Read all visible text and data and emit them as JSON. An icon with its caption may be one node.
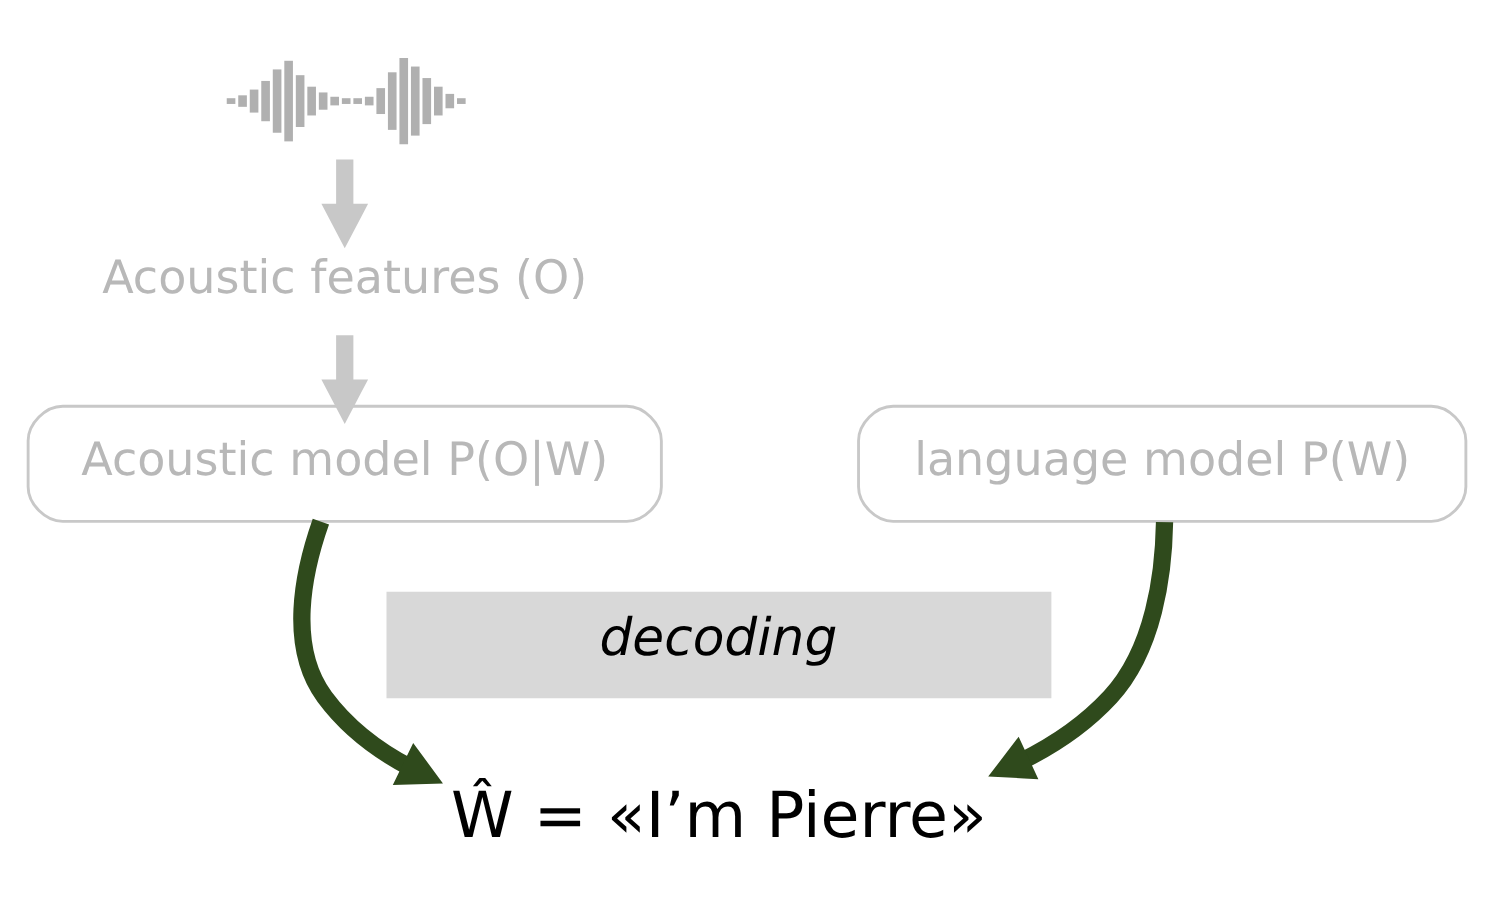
{
  "diagram": {
    "nodes": [
      {
        "text": [],
        "shape": "picture"
      },
      {
        "text": [
          "Acoustic features (O)"
        ]
      },
      {
        "text": [
          "Acoustic model P(O|W)"
        ]
      },
      {
        "text": [
          "language model P(W)"
        ]
      },
      {
        "text": [
          "decoding"
        ]
      },
      {
        "text": [
          "Ŵ = «I’m Pierre»"
        ]
      }
    ],
    "edges": [
      {
        "from": 0,
        "to": 1,
        "arrow": "to",
        "color": "#c8c8c8"
      },
      {
        "from": 1,
        "to": 2,
        "arrow": "to",
        "color": "#c8c8c8"
      },
      {
        "from": 2,
        "to": 5,
        "arrow": "to",
        "color": "#2f4a1c"
      },
      {
        "from": 3,
        "to": 5,
        "arrow": "to",
        "color": "#2f4a1c"
      }
    ]
  }
}
